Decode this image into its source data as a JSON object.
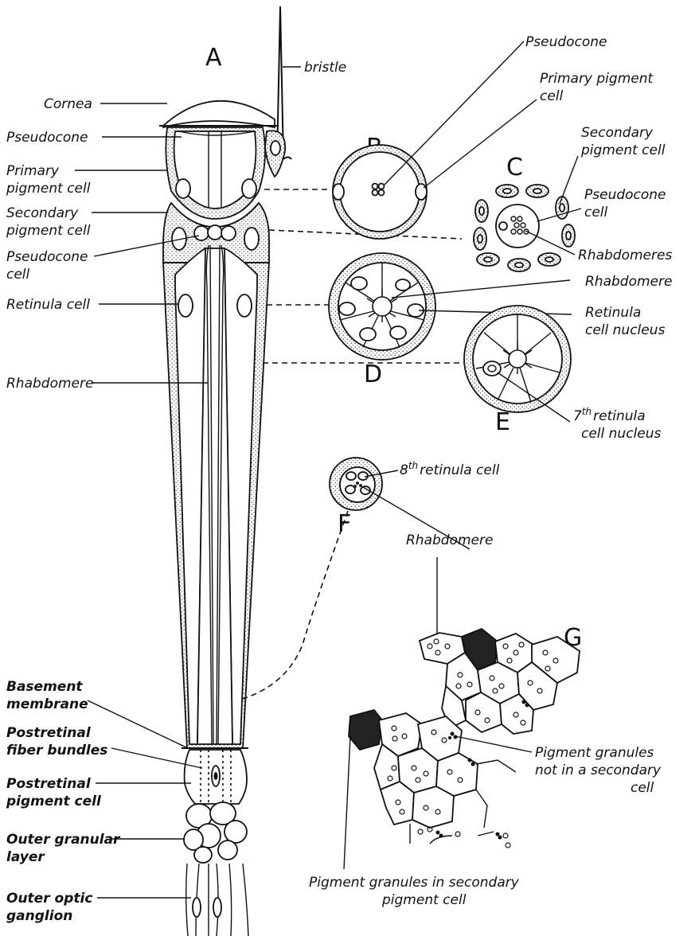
{
  "figure": {
    "panels": [
      "A",
      "B",
      "C",
      "D",
      "E",
      "F",
      "G"
    ],
    "labels": {
      "bristle": "bristle",
      "cornea": "Cornea",
      "pseudocone": "Pseudocone",
      "primary_pigment_cell_1": "Primary",
      "primary_pigment_cell_2": "pigment cell",
      "secondary_pigment_cell_1": "Secondary",
      "secondary_pigment_cell_2": "pigment cell",
      "pseudocone_cell_1": "Pseudocone",
      "pseudocone_cell_2": "cell",
      "retinula_cell": "Retinula cell",
      "rhabdomere_left": "Rhabdomere",
      "basement_membrane_1": "Basement",
      "basement_membrane_2": "membrane",
      "postretinal_fiber_1": "Postretinal",
      "postretinal_fiber_2": "fiber bundles",
      "postretinal_pigment_1": "Postretinal",
      "postretinal_pigment_2": "pigment cell",
      "outer_granular_1": "Outer granular",
      "outer_granular_2": "layer",
      "outer_optic_1": "Outer optic",
      "outer_optic_2": "ganglion",
      "r_pseudocone": "Pseudocone",
      "r_primary_1": "Primary pigment",
      "r_primary_2": "cell",
      "r_secondary_1": "Secondary",
      "r_secondary_2": "pigment cell",
      "r_pseudocone_cell_1": "Pseudocone",
      "r_pseudocone_cell_2": "cell",
      "r_rhabdomeres": "Rhabdomeres",
      "r_rhabdomere": "Rhabdomere",
      "r_retinula_nucleus_1": "Retinula",
      "r_retinula_nucleus_2": "cell nucleus",
      "r_7th_pre": "7",
      "r_7th_sup": "th",
      "r_7th_post": "retinula",
      "r_7th_2": "cell nucleus",
      "r_8th_pre": "8",
      "r_8th_sup": "th",
      "r_8th_post": "retinula cell",
      "f_rhabdomere": "Rhabdomere",
      "g_pig_not_1": "Pigment granules",
      "g_pig_not_2": "not in a secondary",
      "g_pig_not_3": "cell",
      "g_pig_in_1": "Pigment granules in secondary",
      "g_pig_in_2": "pigment cell"
    }
  }
}
